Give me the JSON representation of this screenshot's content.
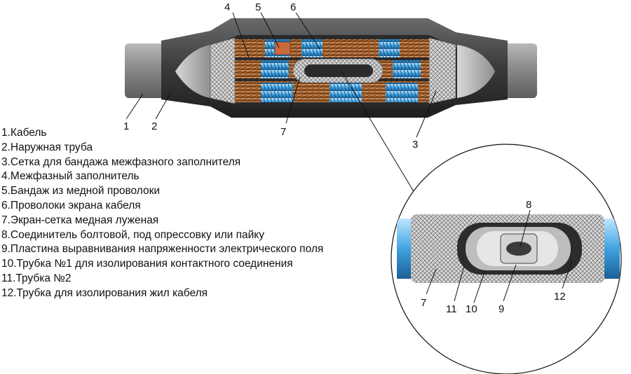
{
  "callouts": {
    "c1": "1",
    "c2": "2",
    "c3": "3",
    "c4": "4",
    "c5": "5",
    "c6": "6",
    "c7": "7",
    "d7": "7",
    "d8": "8",
    "d9": "9",
    "d10": "10",
    "d11": "11",
    "d12": "12"
  },
  "legend": [
    "1.Кабель",
    "2.Наружная труба",
    "3.Сетка для бандажа межфазного заполнителя",
    "4.Межфазный заполнитель",
    "5.Бандаж из медной проволоки",
    "6.Проволоки экрана кабеля",
    "7.Экран-сетка медная луженая",
    "8.Соединитель болтовой, под опрессовку или пайку",
    "9.Пластина выравнивания напряженности электрического поля",
    "10.Трубка №1 для изолирования контактного соединения",
    "11.Трубка №2",
    "12.Трубка для изолирования жил кабеля"
  ],
  "colors": {
    "sleeve": "#3b3b3d",
    "cable": "#8a8a8a",
    "copper": "#b8733a",
    "blue_band": "#3fa3e0",
    "mesh": "#bdbdbd"
  }
}
